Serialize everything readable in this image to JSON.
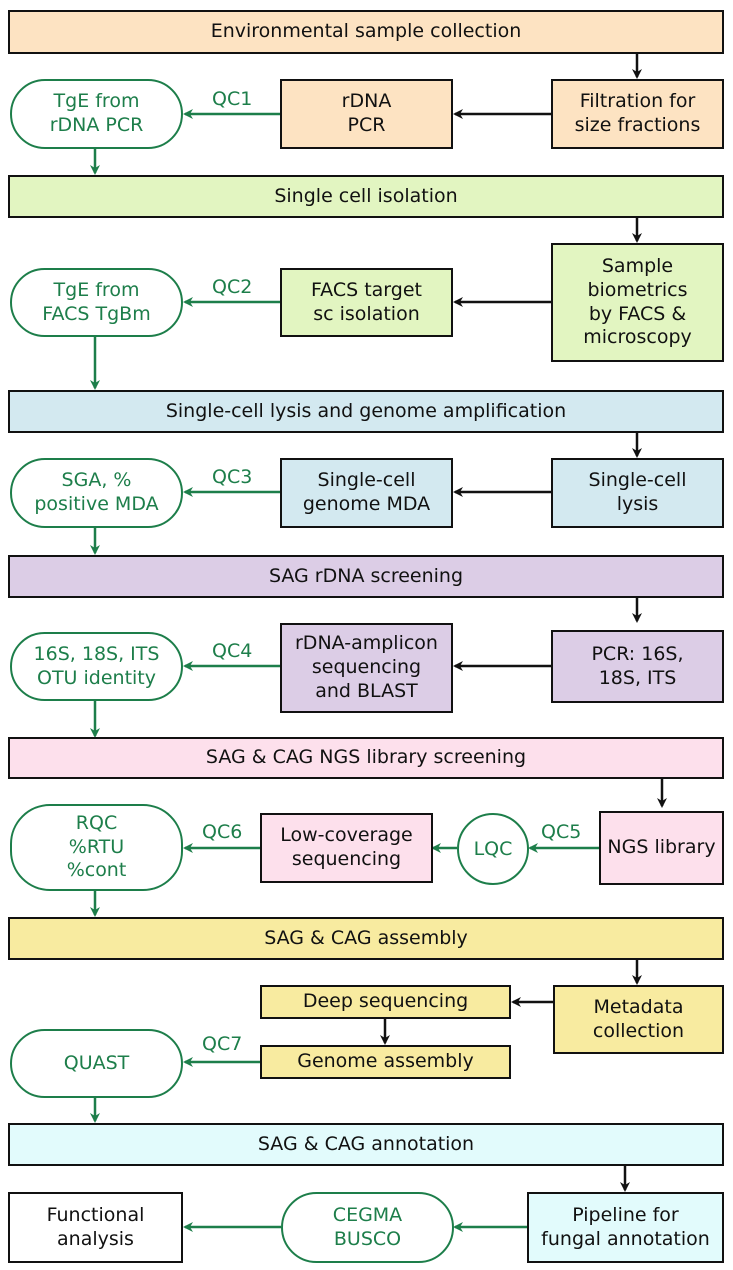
{
  "colors": {
    "stage1": "#fde3c2",
    "stage2": "#e2f5c1",
    "stage3": "#d3e9f0",
    "stage4": "#dccde6",
    "stage5": "#fde0ec",
    "stage6": "#f8eba0",
    "stage7": "#e2fbfc",
    "qc_green": "#1d7e4a",
    "border": "#111111"
  },
  "stages": [
    {
      "title": "Environmental sample collection",
      "steps": [
        "Filtration for\nsize fractions",
        "rDNA\nPCR"
      ],
      "qc_label": "QC1",
      "qc_result": "TgE from\nrDNA PCR"
    },
    {
      "title": "Single cell isolation",
      "steps": [
        "Sample\nbiometrics\nby FACS &\nmicroscopy",
        "FACS target\nsc isolation"
      ],
      "qc_label": "QC2",
      "qc_result": "TgE from\nFACS TgBm"
    },
    {
      "title": "Single-cell lysis and genome amplification",
      "steps": [
        "Single-cell\nlysis",
        "Single-cell\ngenome MDA"
      ],
      "qc_label": "QC3",
      "qc_result": "SGA, %\npositive MDA"
    },
    {
      "title": "SAG rDNA screening",
      "steps": [
        "PCR: 16S,\n18S, ITS",
        "rDNA-amplicon\nsequencing\nand BLAST"
      ],
      "qc_label": "QC4",
      "qc_result": "16S, 18S, ITS\nOTU identity"
    },
    {
      "title": "SAG & CAG NGS library screening",
      "steps": [
        "NGS library",
        "Low-coverage\nsequencing"
      ],
      "qc_label_a": "QC5",
      "qc_mid": "LQC",
      "qc_label": "QC6",
      "qc_result": "RQC\n%RTU\n%cont"
    },
    {
      "title": "SAG & CAG assembly",
      "steps": [
        "Metadata\ncollection",
        "Deep sequencing",
        "Genome assembly"
      ],
      "qc_label": "QC7",
      "qc_result": "QUAST"
    },
    {
      "title": "SAG & CAG annotation",
      "steps": [
        "Pipeline for\nfungal annotation"
      ],
      "qc_result": "CEGMA\nBUSCO",
      "final": "Functional\nanalysis"
    }
  ]
}
